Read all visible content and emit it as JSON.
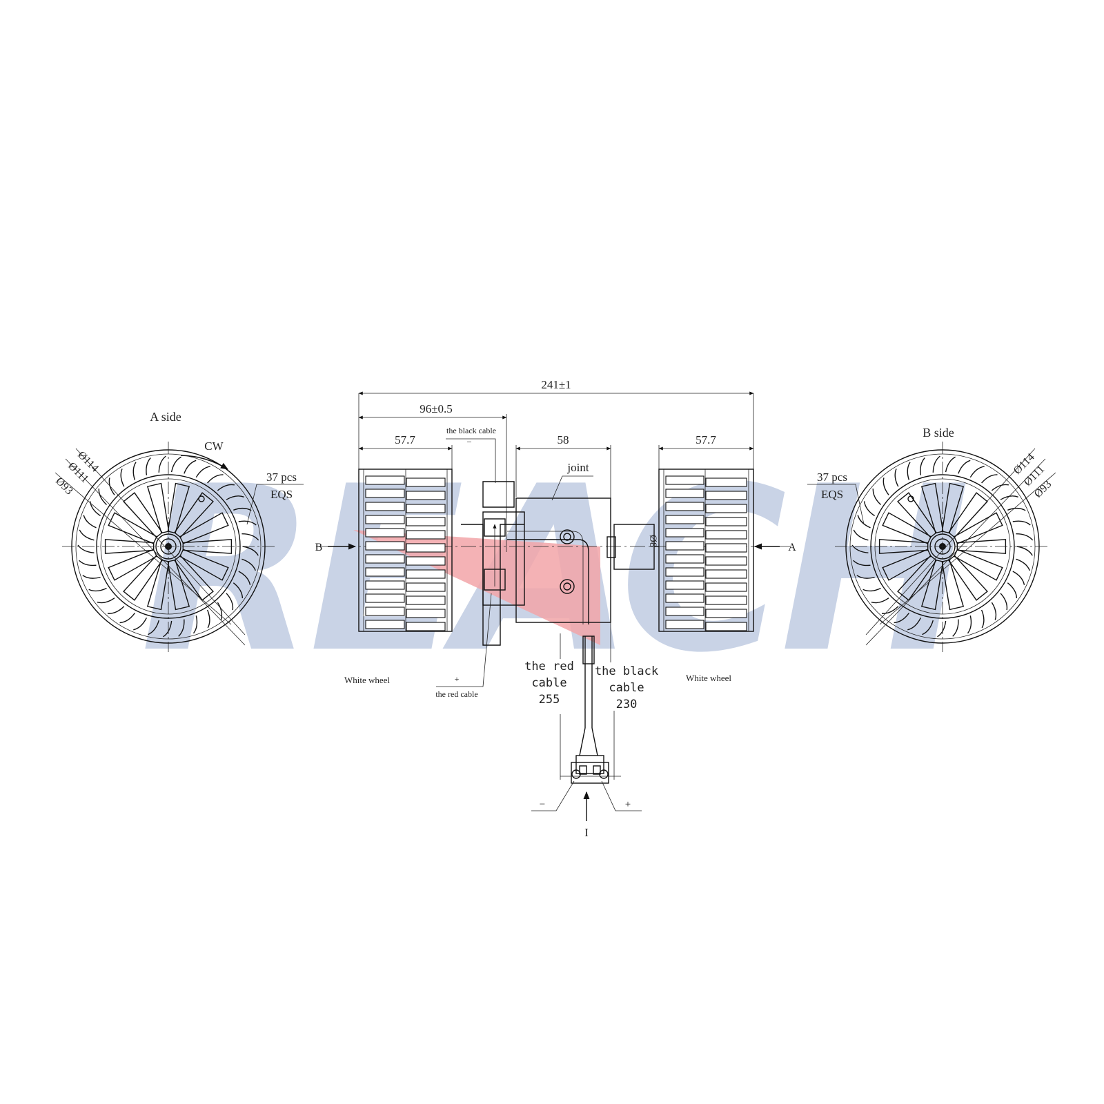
{
  "watermark": {
    "text": "REACH",
    "color": "#c9d3e6"
  },
  "accent_color": "#f2a4a8",
  "dimensions": {
    "overall": "241±1",
    "motor_side": "96±0.5",
    "wheel_left": "57.7",
    "motor": "58",
    "wheel_right": "57.7",
    "shaft_dia": "Ø8"
  },
  "labels": {
    "a_side": "A side",
    "b_side": "B side",
    "cw": "CW",
    "pcs": "37 pcs",
    "eqs": "EQS",
    "pcs_right": "37 pcs",
    "eqs_right": "EQS",
    "d114": "Ø114",
    "d111": "Ø111",
    "d93": "Ø93",
    "d114_right": "Ø114",
    "d111_right": "Ø111",
    "d93_right": "Ø93",
    "view_b": "B",
    "view_a": "A",
    "joint": "joint",
    "black_cable_top": "the black cable",
    "minus_top": "−",
    "plus_bottom": "+",
    "red_cable_bottom": "the red cable",
    "white_wheel_left": "White wheel",
    "white_wheel_right": "White wheel",
    "red_cable_line1": "the red",
    "red_cable_line2": "cable",
    "red_cable_len": "255",
    "black_cable_line1": "the black",
    "black_cable_line2": "cable",
    "black_cable_len": "230",
    "connector_minus": "−",
    "connector_plus": "+",
    "view_i": "I"
  }
}
